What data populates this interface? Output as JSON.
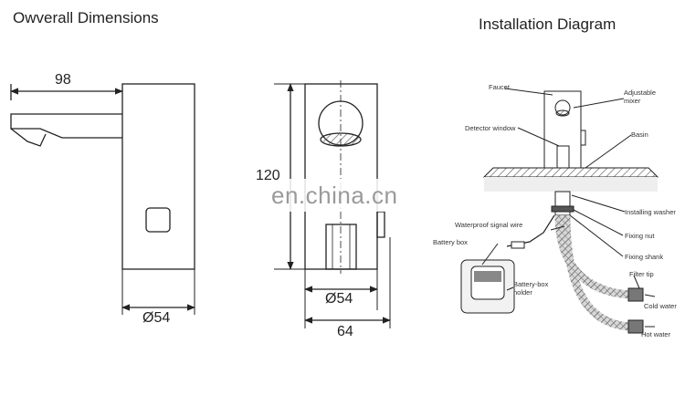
{
  "titles": {
    "overall": "Owverall Dimensions",
    "installation": "Installation Diagram"
  },
  "dimensions": {
    "spout_length": "98",
    "height": "120",
    "base_diameter_side": "Ø54",
    "base_diameter_front": "Ø54",
    "width": "64"
  },
  "watermark": "en.china.cn",
  "installation_labels": {
    "faucet": "Faucet",
    "adjustable_mixer": "Adjustable\nmixer",
    "detector_window": "Detector window",
    "basin": "Basin",
    "waterproof_signal_wire": "Waterproof signal wire",
    "installing_washer": "Installing washer",
    "battery_box": "Battery box",
    "fixing_nut": "Fixing nut",
    "fixing_shank": "Fixing shank",
    "battery_box_holder": "Battery-box\nholder",
    "filter_tip": "Filter tip",
    "cold_water": "Cold water",
    "hot_water": "Hot water"
  }
}
